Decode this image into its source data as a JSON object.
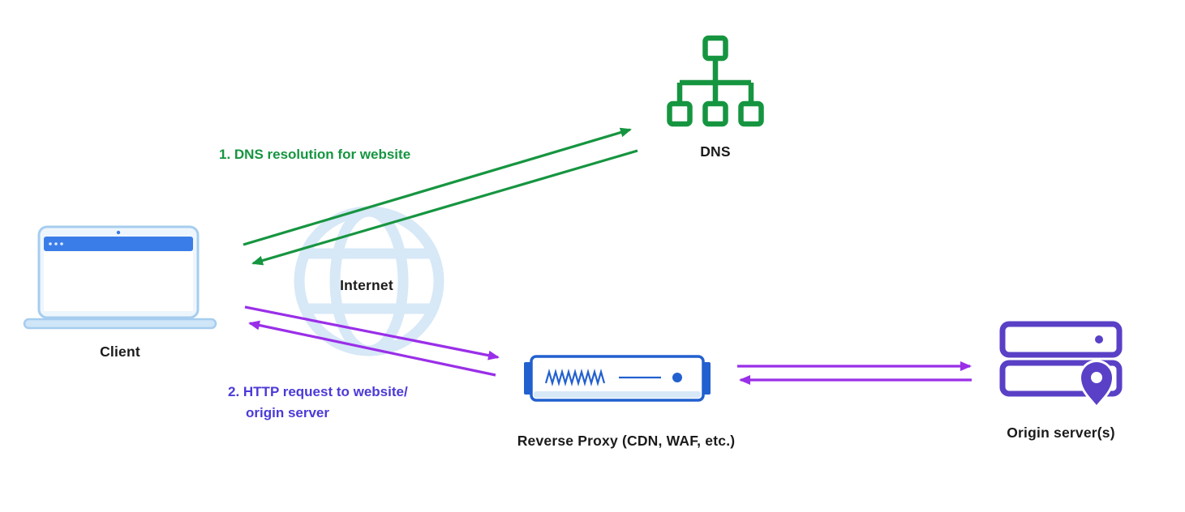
{
  "nodes": {
    "client": {
      "label": "Client"
    },
    "internet": {
      "label": "Internet"
    },
    "dns": {
      "label": "DNS"
    },
    "reverse_proxy": {
      "label": "Reverse Proxy (CDN, WAF, etc.)"
    },
    "origin": {
      "label": "Origin server(s)"
    }
  },
  "flows": {
    "step1": {
      "label": "1. DNS resolution for website"
    },
    "step2": {
      "line1": "2. HTTP request to website/",
      "line2": "origin server"
    }
  },
  "icons": {
    "client": "laptop-icon",
    "internet": "globe-icon",
    "dns": "dns-tree-icon",
    "reverse_proxy": "proxy-server-box-icon",
    "origin": "server-stack-location-pin-icon"
  },
  "colors": {
    "green": "#169540",
    "purple": "#9a2fe8",
    "indigo": "#4b3ad8",
    "proxy-blue": "#2260cf",
    "laptop-blue": "#3b7de8",
    "laptop-border": "#a6cdef",
    "laptop-fill": "#eef6fd",
    "base-fill": "#cfe5f8",
    "light-blue": "#d7e8f7",
    "origin-purple": "#5a40c6",
    "text": "#1b1b1b"
  }
}
